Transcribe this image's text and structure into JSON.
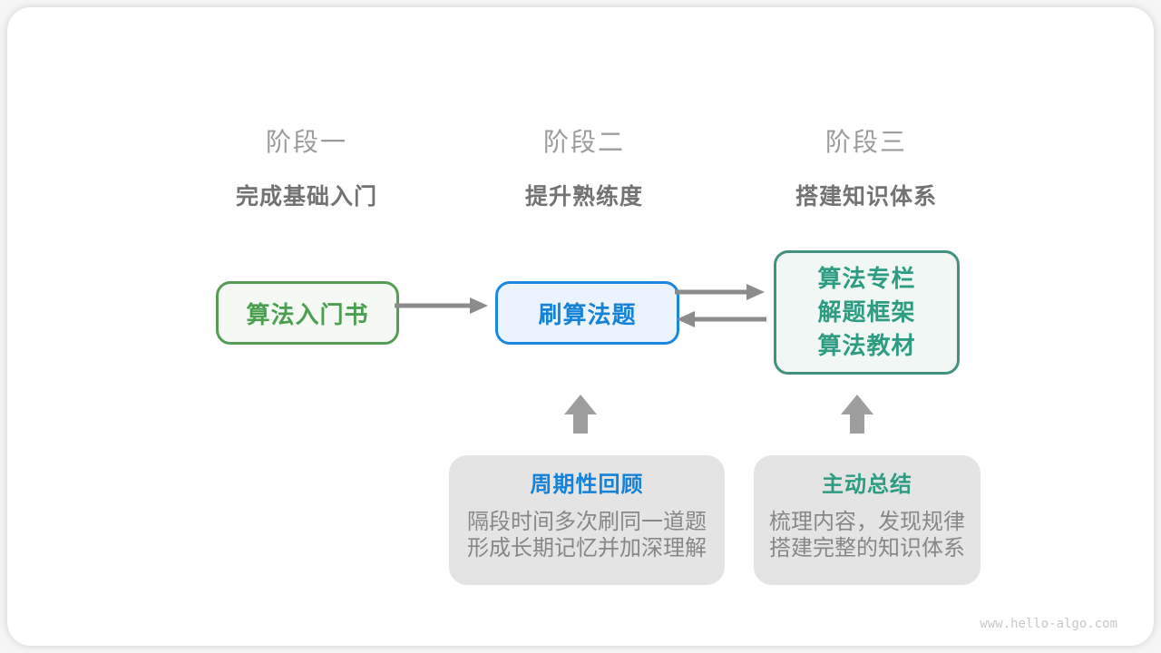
{
  "stages": [
    {
      "label": "阶段一",
      "subtitle": "完成基础入门"
    },
    {
      "label": "阶段二",
      "subtitle": "提升熟练度"
    },
    {
      "label": "阶段三",
      "subtitle": "搭建知识体系"
    }
  ],
  "nodes": {
    "intro": {
      "label": "算法入门书"
    },
    "practice": {
      "label": "刷算法题"
    },
    "advanced": {
      "lines": [
        "算法专栏",
        "解题框架",
        "算法教材"
      ]
    }
  },
  "callouts": [
    {
      "title": "周期性回顾",
      "line1": "隔段时间多次刷同一道题",
      "line2": "形成长期记忆并加深理解"
    },
    {
      "title": "主动总结",
      "line1": "梳理内容，发现规律",
      "line2": "搭建完整的知识体系"
    }
  ],
  "watermark": "www.hello-algo.com",
  "colors": {
    "green_border": "#569b56",
    "green_text": "#4c9e50",
    "green_bg": "#f4faf3",
    "blue_border": "#1b87e0",
    "blue_text": "#1482d8",
    "blue_bg": "#ebf4fc",
    "teal_border": "#43917f",
    "teal_text": "#2d9c82",
    "teal_bg": "#f0f7f4",
    "arrow_gray": "#8c8c8c",
    "block_arrow_gray": "#9e9e9e",
    "callout_bg": "#e4e4e4",
    "body_text_gray": "#878787",
    "stage_label_gray": "#9b9b9b",
    "stage_subtitle_gray": "#737373",
    "watermark_gray": "#c8c8c8"
  }
}
